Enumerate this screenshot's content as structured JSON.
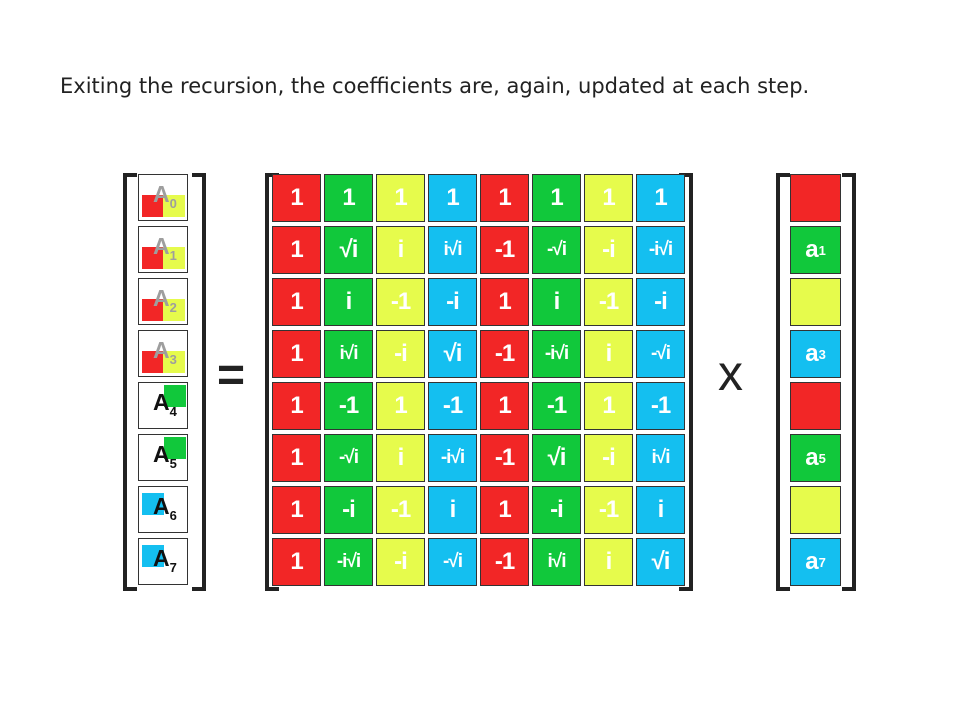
{
  "caption": "Exiting the recursion, the coefficients are, again, updated at each step.",
  "equals_symbol": "=",
  "times_symbol": "x",
  "colors": {
    "red": "#f22626",
    "green": "#11c83b",
    "yellow": "#e6fb4c",
    "blue": "#14bff0",
    "greyed_text": "#9e9e9e",
    "active_text": "#111111"
  },
  "left_vector": [
    {
      "letter": "A",
      "index": "0",
      "greyed": true,
      "squares": [
        "red",
        "yellow"
      ]
    },
    {
      "letter": "A",
      "index": "1",
      "greyed": true,
      "squares": [
        "red",
        "yellow"
      ]
    },
    {
      "letter": "A",
      "index": "2",
      "greyed": true,
      "squares": [
        "red",
        "yellow"
      ]
    },
    {
      "letter": "A",
      "index": "3",
      "greyed": true,
      "squares": [
        "red",
        "yellow"
      ]
    },
    {
      "letter": "A",
      "index": "4",
      "greyed": false,
      "squares": [
        "green-top"
      ]
    },
    {
      "letter": "A",
      "index": "5",
      "greyed": false,
      "squares": [
        "green-top"
      ]
    },
    {
      "letter": "A",
      "index": "6",
      "greyed": false,
      "squares": [
        "blue-top-left"
      ]
    },
    {
      "letter": "A",
      "index": "7",
      "greyed": false,
      "squares": [
        "blue-top-left"
      ]
    }
  ],
  "matrix": {
    "column_colors": [
      "red",
      "green",
      "yellow",
      "blue",
      "red",
      "green",
      "yellow",
      "blue"
    ],
    "rows": [
      [
        "1",
        "1",
        "1",
        "1",
        "1",
        "1",
        "1",
        "1"
      ],
      [
        "1",
        "√i",
        "i",
        "i√i",
        "-1",
        "-√i",
        "-i",
        "-i√i"
      ],
      [
        "1",
        "i",
        "-1",
        "-i",
        "1",
        "i",
        "-1",
        "-i"
      ],
      [
        "1",
        "i√i",
        "-i",
        "√i",
        "-1",
        "-i√i",
        "i",
        "-√i"
      ],
      [
        "1",
        "-1",
        "1",
        "-1",
        "1",
        "-1",
        "1",
        "-1"
      ],
      [
        "1",
        "-√i",
        "i",
        "-i√i",
        "-1",
        "√i",
        "-i",
        "i√i"
      ],
      [
        "1",
        "-i",
        "-1",
        "i",
        "1",
        "-i",
        "-1",
        "i"
      ],
      [
        "1",
        "-i√i",
        "-i",
        "-√i",
        "-1",
        "i√i",
        "i",
        "√i"
      ]
    ]
  },
  "right_vector": [
    {
      "color": "red",
      "letter": "",
      "index": ""
    },
    {
      "color": "green",
      "letter": "a",
      "index": "1"
    },
    {
      "color": "yellow",
      "letter": "",
      "index": ""
    },
    {
      "color": "blue",
      "letter": "a",
      "index": "3"
    },
    {
      "color": "red",
      "letter": "",
      "index": ""
    },
    {
      "color": "green",
      "letter": "a",
      "index": "5"
    },
    {
      "color": "yellow",
      "letter": "",
      "index": ""
    },
    {
      "color": "blue",
      "letter": "a",
      "index": "7"
    }
  ]
}
